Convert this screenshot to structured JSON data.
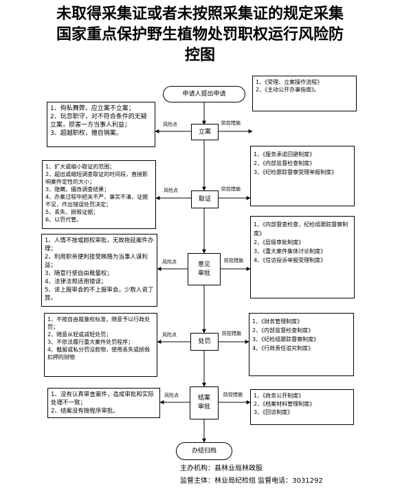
{
  "title": {
    "line1": "未取得采集证或者未按照采集证的规定采集",
    "line2": "国家重点保护野生植物处罚职权运行风险防",
    "line3": "控图"
  },
  "labels": {
    "risk_point": "风险点",
    "control_measures": "防控措施"
  },
  "steps": {
    "start": "申请人提出申请",
    "filing": "立案",
    "evidence": "取证",
    "opinion_1": "意见",
    "opinion_2": "审批",
    "penalty": "处罚",
    "closing_1": "结案",
    "closing_2": "审批",
    "archive": "办结归档"
  },
  "left_boxes": [
    {
      "items": [
        "1、徇私舞弊，应立案不立案；",
        "2、玩忽职守，对不符合条件的无疑立案，损害一方当事人利益；",
        "3、超越职权，擅自销案。"
      ]
    },
    {
      "items": [
        "1、扩大或缩小取证的范围；",
        "2、超出或缩短调查取证的时间段，直接影响案件定性的大小；",
        "3、隐瞒、擅改调查结果；",
        "4、办案过程中把关不严，事实不清，证据不足，作出错误处罚决定；",
        "5、丢失、损毁证据；",
        "6、以罚代管。"
      ]
    },
    {
      "items": [
        "1、人情不按或超权审批，无故拖延案件办理；",
        "2、利用职务便利接受贿赂为当事人谋利益；",
        "3、随意行使自由裁量权；",
        "4、法律法规适用错误；",
        "5、该上报审会的不上报审会，少数人说了算。"
      ]
    },
    {
      "items": [
        "1、不按自由裁量权标准，随意予以行政处罚；",
        "2、随意从轻或减轻处罚；",
        "3、不依法履行重大案件处罚程序；",
        "4、截留或私分罚没款物，使用丢失或损毁扣押的财物"
      ]
    },
    {
      "items": [
        "1、没有认真审查案件，造成审批和实际处理不一致；",
        "2、结案没有按程序审批。"
      ]
    }
  ],
  "right_boxes": [
    {
      "items": [
        "1、《受理、立案操作流程》",
        "2、《主动公开办事指南》。"
      ]
    },
    {
      "items": [
        "1、《服务承诺回避制度》",
        "2、《内部监督检查制度》",
        "3、《纪检跟踪督察受理举报制度》"
      ]
    },
    {
      "items": [
        "1、《内部督查检查，纪检组跟踪督察制度》",
        "2、《层级审批制度》",
        "3、《重大案件集体讨论制度》",
        "4、《信访投诉举报受理制度》"
      ]
    },
    {
      "items": [
        "1、《财务管理制度》",
        "2、《内部监督检查制度》",
        "3、《纪检组跟踪督察制度》",
        "4、《行政责任追究制度》"
      ]
    },
    {
      "items": [
        "1、《政务公开制度》",
        "2、《档案材料管理制度》",
        "3、《回访制度》"
      ]
    }
  ],
  "footer": {
    "host": "主办机构：县林业局林政股",
    "supervisor": "监督主体：林业局纪检组 监督电话：3031292"
  }
}
